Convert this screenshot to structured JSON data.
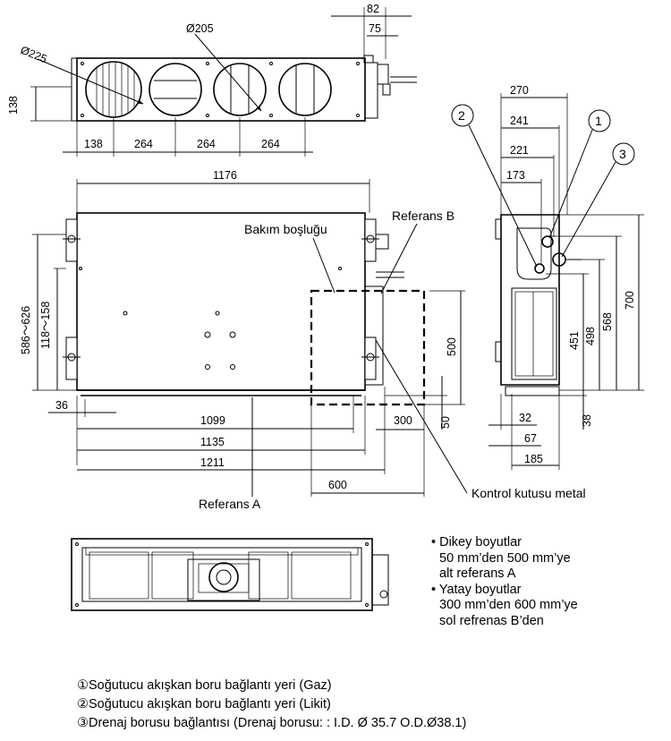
{
  "top_view": {
    "dims": {
      "d82": "82",
      "d75": "75",
      "d205": "Ø205",
      "d225": "Ø225",
      "d138v": "138",
      "d138": "138",
      "d264a": "264",
      "d264b": "264",
      "d264c": "264"
    }
  },
  "front_view": {
    "dims": {
      "d1176": "1176",
      "d586": "586～626",
      "d118": "118～158",
      "d36": "36",
      "d1099": "1099",
      "d1135": "1135",
      "d1211": "1211",
      "d300": "300",
      "d600": "600",
      "d500": "500",
      "d50": "50"
    },
    "labels": {
      "bakim": "Bakım boşluğu",
      "refB": "Referans B",
      "refA": "Referans A",
      "kontrol": "Kontrol kutusu metal"
    }
  },
  "side_view": {
    "dims": {
      "d270": "270",
      "d241": "241",
      "d221": "221",
      "d173": "173",
      "d700": "700",
      "d568": "568",
      "d498": "498",
      "d451": "451",
      "d32": "32",
      "d67": "67",
      "d185": "185",
      "d38": "38"
    },
    "callouts": {
      "c1": "1",
      "c2": "2",
      "c3": "3"
    }
  },
  "notes": {
    "line1": "Dikey boyutlar",
    "line2": "50 mm’den 500 mm’ye",
    "line3": "alt referans A",
    "line4": "Yatay boyutlar",
    "line5": "300 mm’den 600 mm’ye",
    "line6": "sol refrenas B’den"
  },
  "legend": {
    "item1": "①Soğutucu akışkan boru bağlantı yeri (Gaz)",
    "item2": "②Soğutucu akışkan boru bağlantı yeri (Likit)",
    "item3": "③Drenaj borusu bağlantısı (Drenaj borusu:  : I.D. Ø 35.7  O.D.Ø38.1)"
  }
}
